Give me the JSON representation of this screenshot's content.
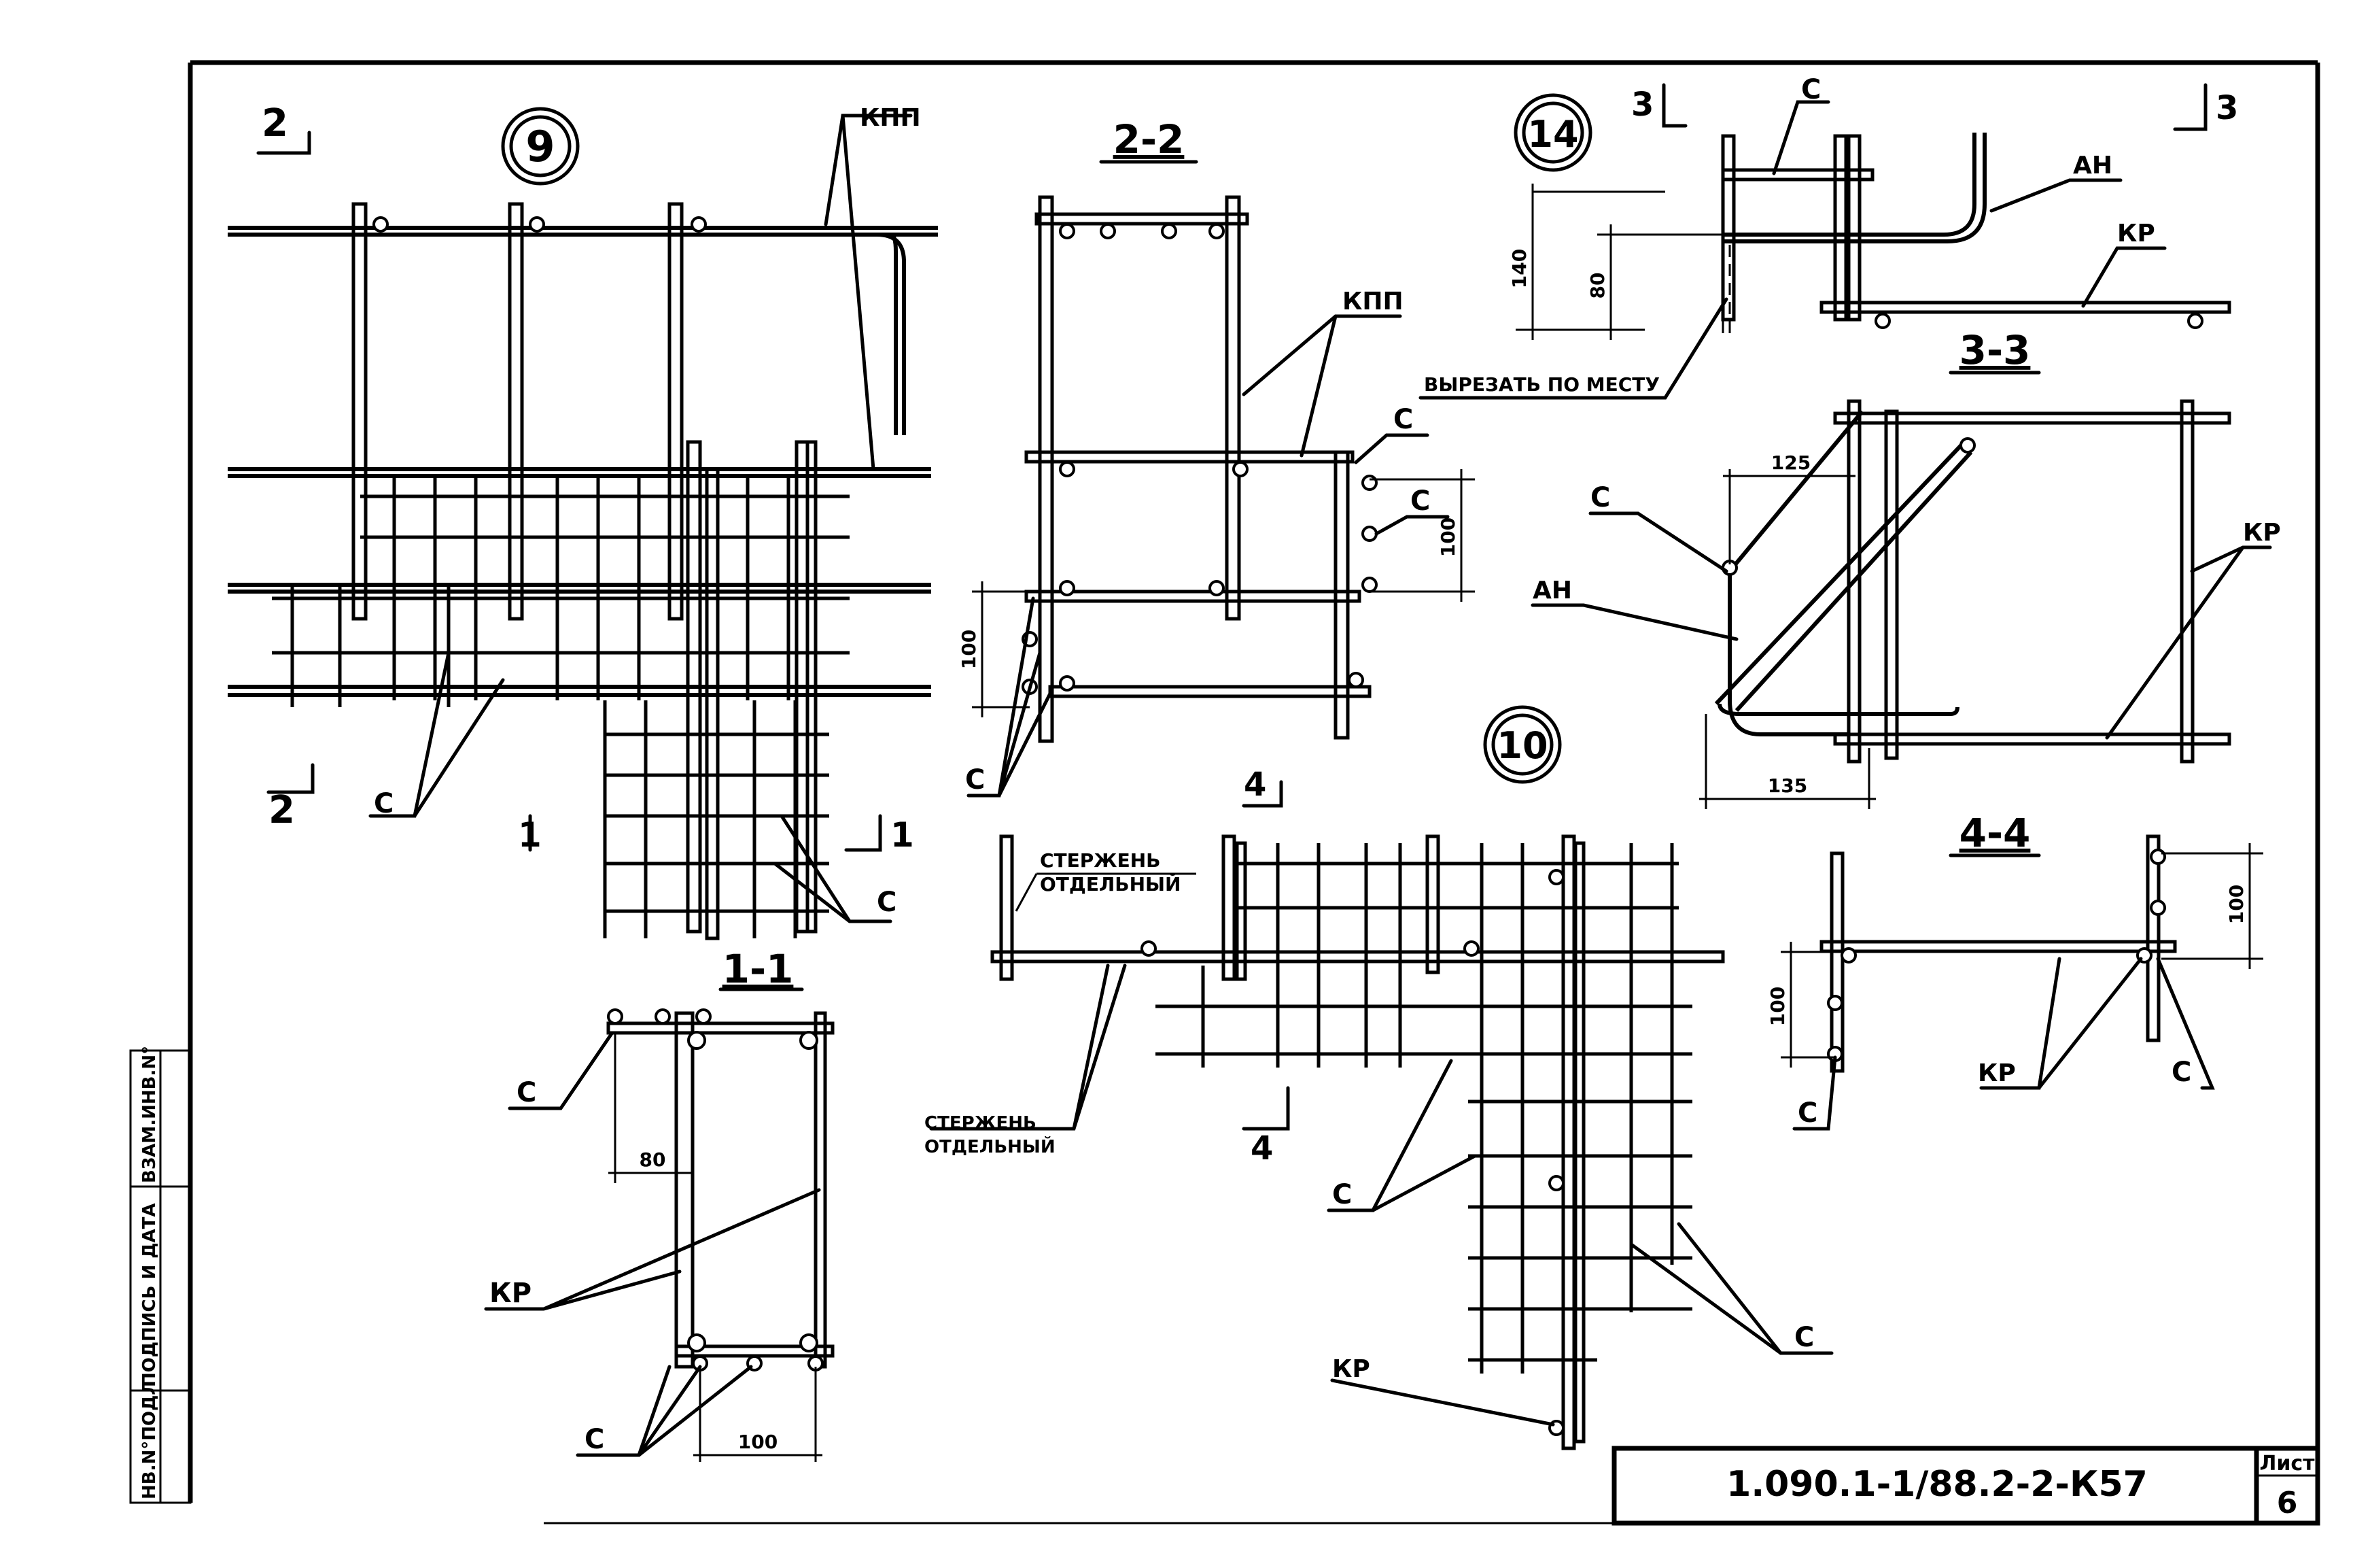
{
  "nodes": {
    "n9": "9",
    "n10": "10",
    "n14": "14"
  },
  "sections": {
    "s11": "1-1",
    "s22": "2-2",
    "s33": "3-3",
    "s44": "4-4"
  },
  "cut_marks": {
    "c2": "2",
    "c1": "1",
    "c3": "3",
    "c4": "4"
  },
  "labels": {
    "kpp": "КПП",
    "s": "С",
    "kr": "КР",
    "an": "АН",
    "cut_in_place": "ВЫРЕЗАТЬ ПО МЕСТУ",
    "separate_rod_1": "СТЕРЖЕНЬ",
    "separate_rod_2": "ОТДЕЛЬНЫЙ"
  },
  "dimensions": {
    "d100": "100",
    "d80": "80",
    "d140": "140",
    "d125": "125",
    "d135": "135"
  },
  "title_block": {
    "doc_code": "1.090.1-1/88.2-2-К57",
    "sheet_label": "Лист",
    "sheet_no": "6",
    "side_inv": "НВ.N°ПОДЛ",
    "side_sign": "ПОДПИСЬ И ДАТА",
    "side_zam": "ВЗАМ.ИНВ.N°"
  }
}
